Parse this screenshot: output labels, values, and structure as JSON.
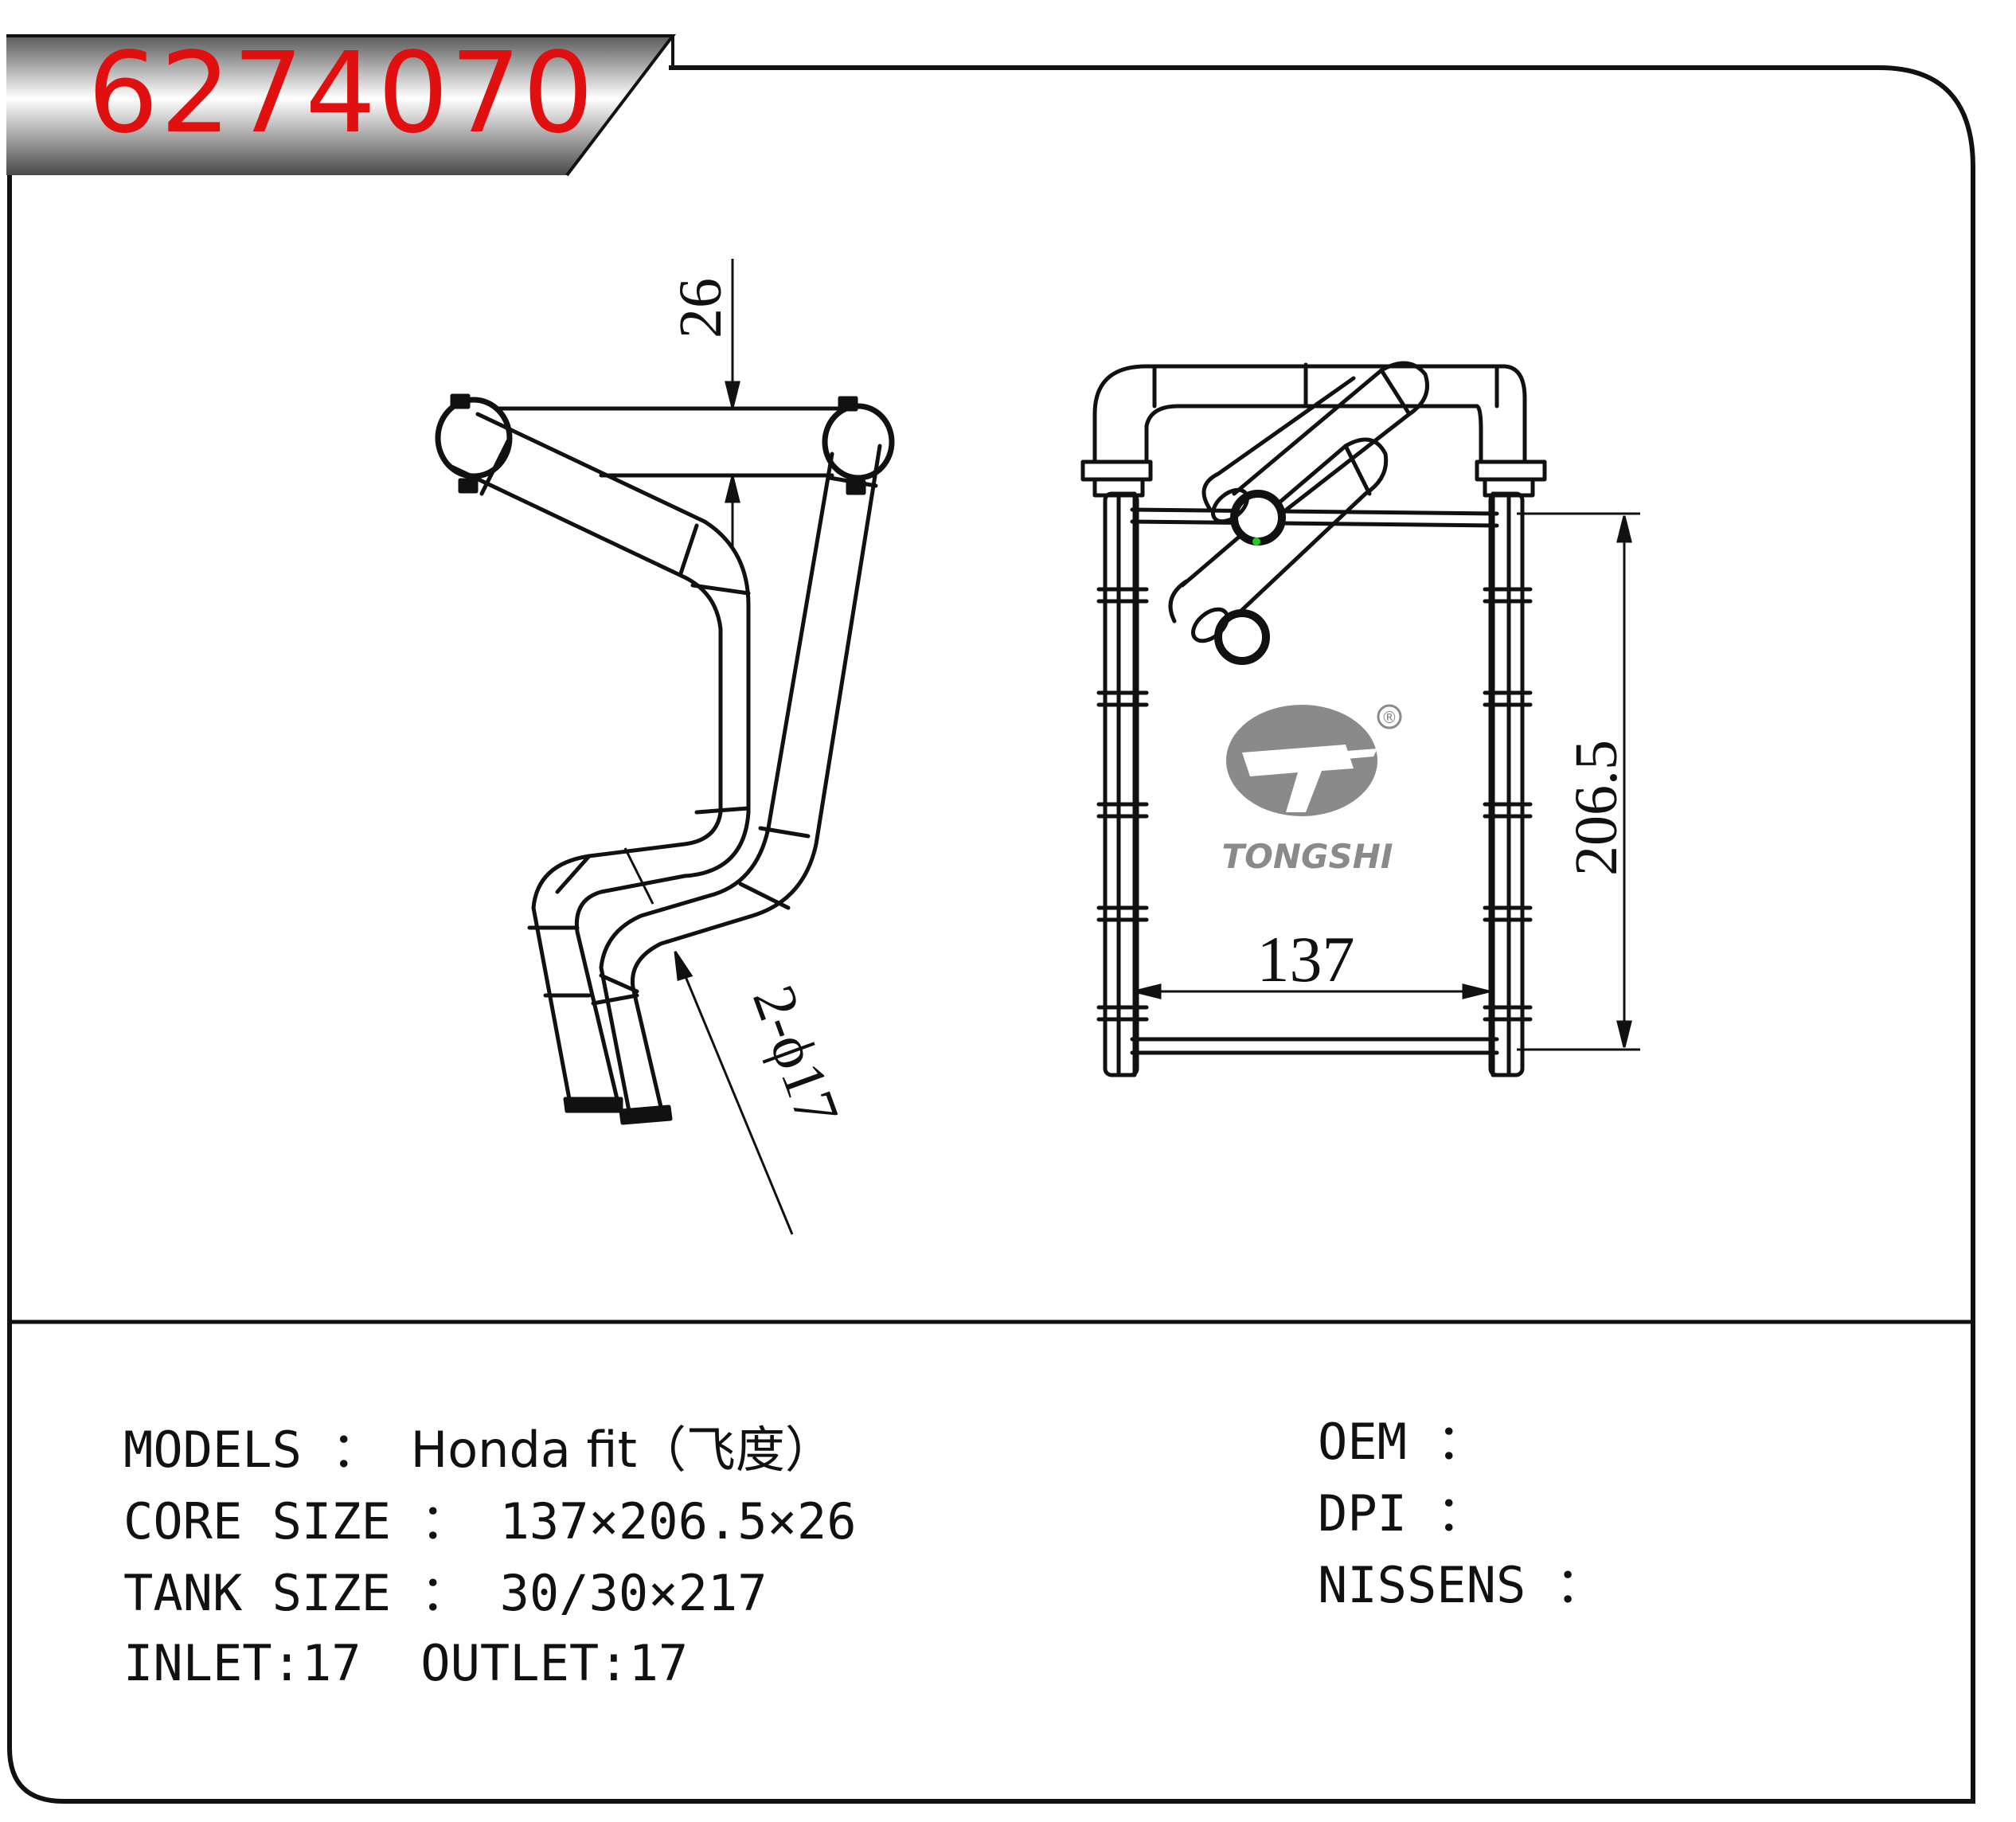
{
  "part_number": "6274070",
  "dimensions": {
    "depth": "26",
    "height": "206.5",
    "width": "137",
    "pipe": "2-ϕ17"
  },
  "logo": {
    "brand": "TONGSHI",
    "registered_mark": "®"
  },
  "specs": {
    "models": {
      "label": "MODELS",
      "sep": " ： ",
      "value": "Honda fit（飞度）"
    },
    "core_size": {
      "label": "CORE SIZE",
      "sep": " ： ",
      "value": "137×206.5×26"
    },
    "tank_size": {
      "label": "TANK SIZE",
      "sep": " ： ",
      "value": "30/30×217"
    },
    "inlet": {
      "label": "INLET:",
      "value": "17"
    },
    "outlet": {
      "label": "OUTLET:",
      "value": "17"
    }
  },
  "cross_reference": {
    "oem": {
      "label": "OEM",
      "sep": " ：",
      "value": ""
    },
    "dpi": {
      "label": "DPI",
      "sep": " ：",
      "value": ""
    },
    "nissens": {
      "label": "NISSENS",
      "sep": " ：",
      "value": ""
    }
  },
  "colors": {
    "part_number": "#e11010",
    "line": "#111111",
    "logo": "#8a8a8a"
  }
}
